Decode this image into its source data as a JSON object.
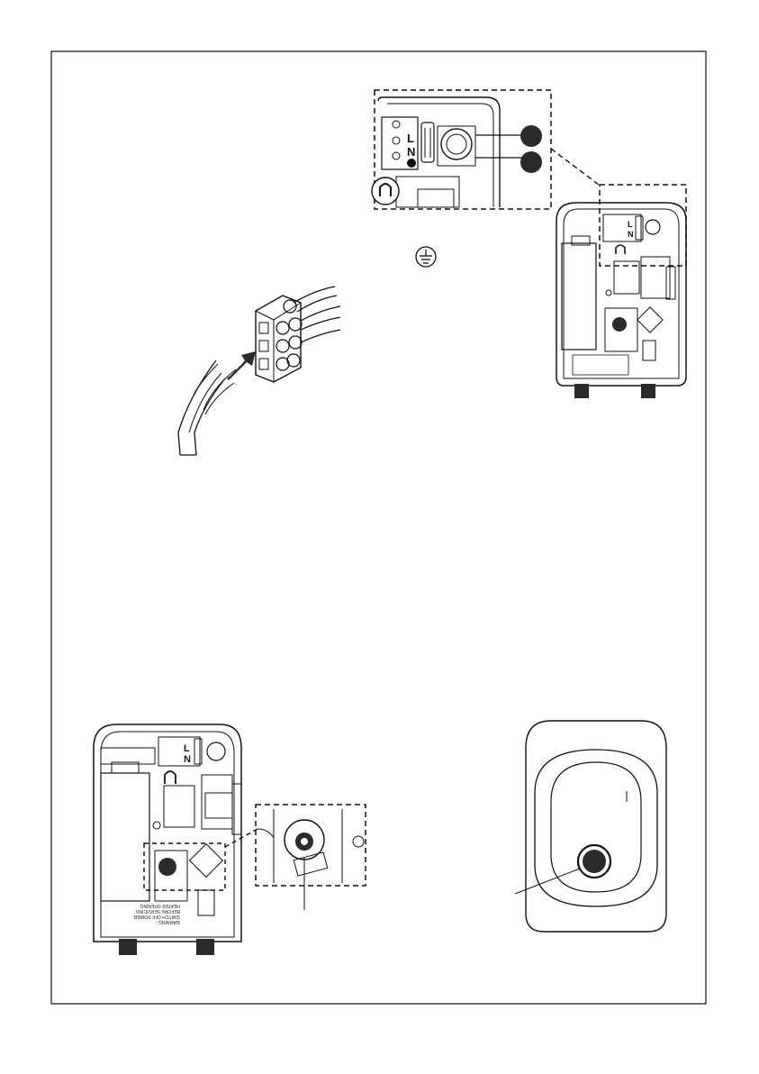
{
  "terminal_labels": {
    "live": "L",
    "neutral": "N"
  },
  "warning_label": {
    "line1": "WARNING !",
    "line2": "SWITCH OFF POWER",
    "line3": "BEFORE SERVICING",
    "line4": "HEATER OPENING"
  },
  "icons": {
    "earth": "earth-ground-icon",
    "lock": "padlock-icon",
    "arrow": "insert-arrow-icon"
  },
  "colors": {
    "line": "#111111",
    "fill_dark": "#2b2b2b",
    "paper": "#ffffff"
  }
}
